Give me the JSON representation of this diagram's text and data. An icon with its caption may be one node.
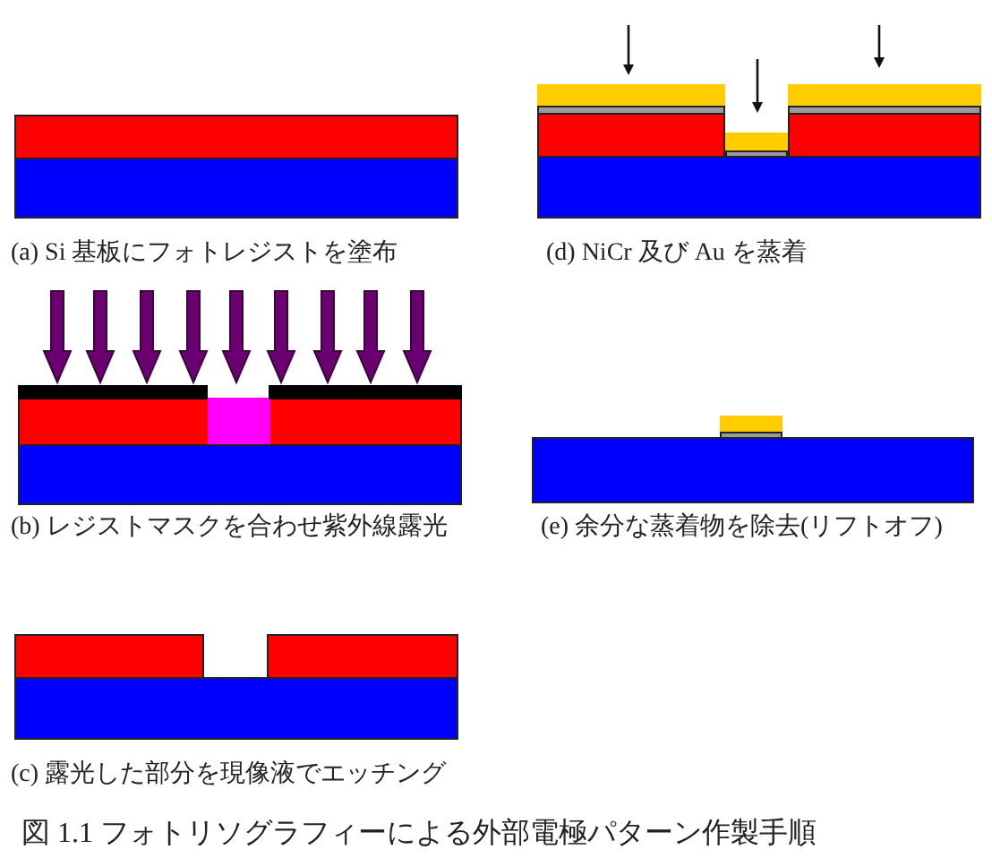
{
  "diagram": {
    "caption": "図 1.1 フォトリソグラフィーによる外部電極パターン作製手順",
    "labels": [
      "(a) Si 基板にフォトレジストを塗布",
      "(d) NiCr 及び Au を蒸着",
      "(b) レジストマスクを合わせ紫外線露光",
      "(e) 余分な蒸着物を除去(リフトオフ)",
      "(c) 露光した部分を現像液でエッチング"
    ]
  }
}
